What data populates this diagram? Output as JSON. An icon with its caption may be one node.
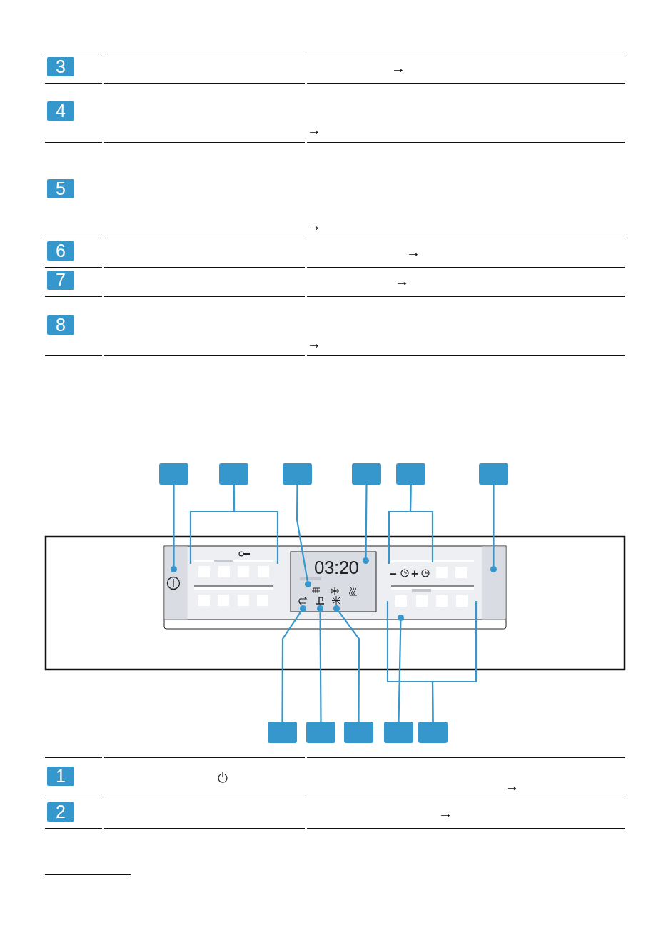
{
  "diagram": {
    "nodes": [
      {
        "text": [
          "3"
        ]
      },
      {
        "text": [
          "4"
        ]
      },
      {
        "text": [
          "5"
        ]
      },
      {
        "text": [
          "6"
        ]
      },
      {
        "text": [
          "7"
        ]
      },
      {
        "text": [
          "8"
        ]
      },
      {
        "text": [],
        "shape": "box"
      },
      {
        "text": [],
        "shape": "box"
      },
      {
        "text": [],
        "shape": "box"
      },
      {
        "text": [],
        "shape": "box"
      },
      {
        "text": [],
        "shape": "box"
      },
      {
        "text": [],
        "shape": "box"
      },
      {
        "text": [],
        "shape": "circle"
      },
      {
        "text": [],
        "shape": "circle"
      },
      {
        "text": [],
        "shape": "circle"
      },
      {
        "text": [],
        "shape": "circle"
      },
      {
        "text": [],
        "shape": "circle"
      },
      {
        "text": [],
        "shape": "circle"
      },
      {
        "text": [],
        "shape": "circle"
      },
      {
        "text": [],
        "shape": "circle"
      },
      {
        "text": [],
        "shape": "box"
      },
      {
        "text": [],
        "shape": "box"
      },
      {
        "text": [],
        "shape": "box"
      },
      {
        "text": [],
        "shape": "box"
      },
      {
        "text": [],
        "shape": "box"
      },
      {
        "text": [
          "1"
        ]
      },
      {
        "text": [
          "2"
        ]
      }
    ],
    "edges": [
      {
        "from": 6,
        "to": 12,
        "arrow": "none"
      },
      {
        "from": 7,
        "to": null,
        "arrow": "none"
      },
      {
        "from": 7,
        "to": null,
        "arrow": "none"
      },
      {
        "from": 8,
        "to": 13,
        "arrow": "none"
      },
      {
        "from": 9,
        "to": 14,
        "arrow": "none"
      },
      {
        "from": 10,
        "to": null,
        "arrow": "none"
      },
      {
        "from": 10,
        "to": null,
        "arrow": "none"
      },
      {
        "from": 11,
        "to": 15,
        "arrow": "none"
      },
      {
        "from": 20,
        "to": 16,
        "arrow": "none"
      },
      {
        "from": 21,
        "to": 17,
        "arrow": "none"
      },
      {
        "from": 22,
        "to": 18,
        "arrow": "none"
      },
      {
        "from": 23,
        "to": 19,
        "arrow": "none"
      },
      {
        "from": 24,
        "to": null,
        "arrow": "none"
      },
      {
        "from": 24,
        "to": null,
        "arrow": "none"
      }
    ],
    "labels": [
      "→",
      "→",
      "→",
      "→",
      "→",
      "→",
      "03:20",
      "−",
      "+",
      "→",
      "→"
    ]
  }
}
